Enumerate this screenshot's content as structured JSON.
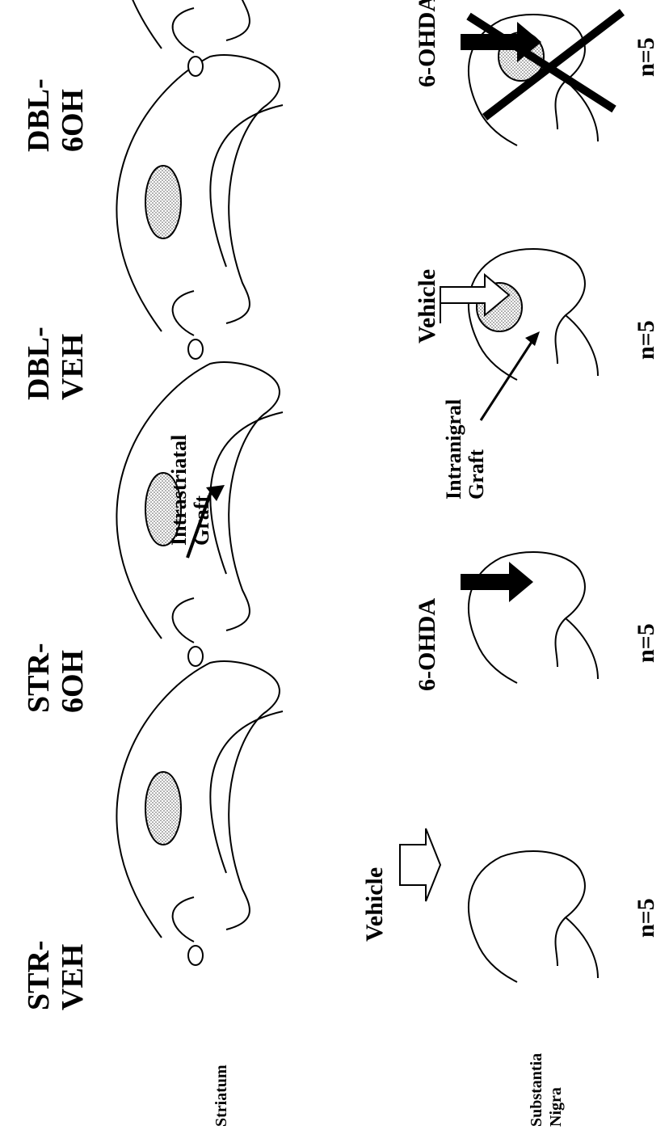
{
  "row_labels": {
    "striatum": "Striatum",
    "substantia_nigra": [
      "Substantia",
      "Nigra"
    ]
  },
  "columns": [
    {
      "title": [
        "STR-",
        "VEH"
      ],
      "injection": "Vehicle",
      "n": "n=5"
    },
    {
      "title": [
        "STR-",
        "6OH"
      ],
      "injection": "6-OHDA",
      "n": "n=5"
    },
    {
      "title": [
        "DBL-",
        "VEH"
      ],
      "injection": "Vehicle",
      "n": "n=5"
    },
    {
      "title": [
        "DBL-",
        "6OH"
      ],
      "injection": "6-OHDA",
      "n": "n=5"
    }
  ],
  "annotations": {
    "intrastriatal_graft": [
      "Intrastriatal",
      "Graft"
    ],
    "intranigral_graft": [
      "Intranigral",
      "Graft"
    ]
  },
  "colors": {
    "ink": "#000000",
    "graft_fill": "#d8d8d8",
    "background": "#ffffff"
  }
}
